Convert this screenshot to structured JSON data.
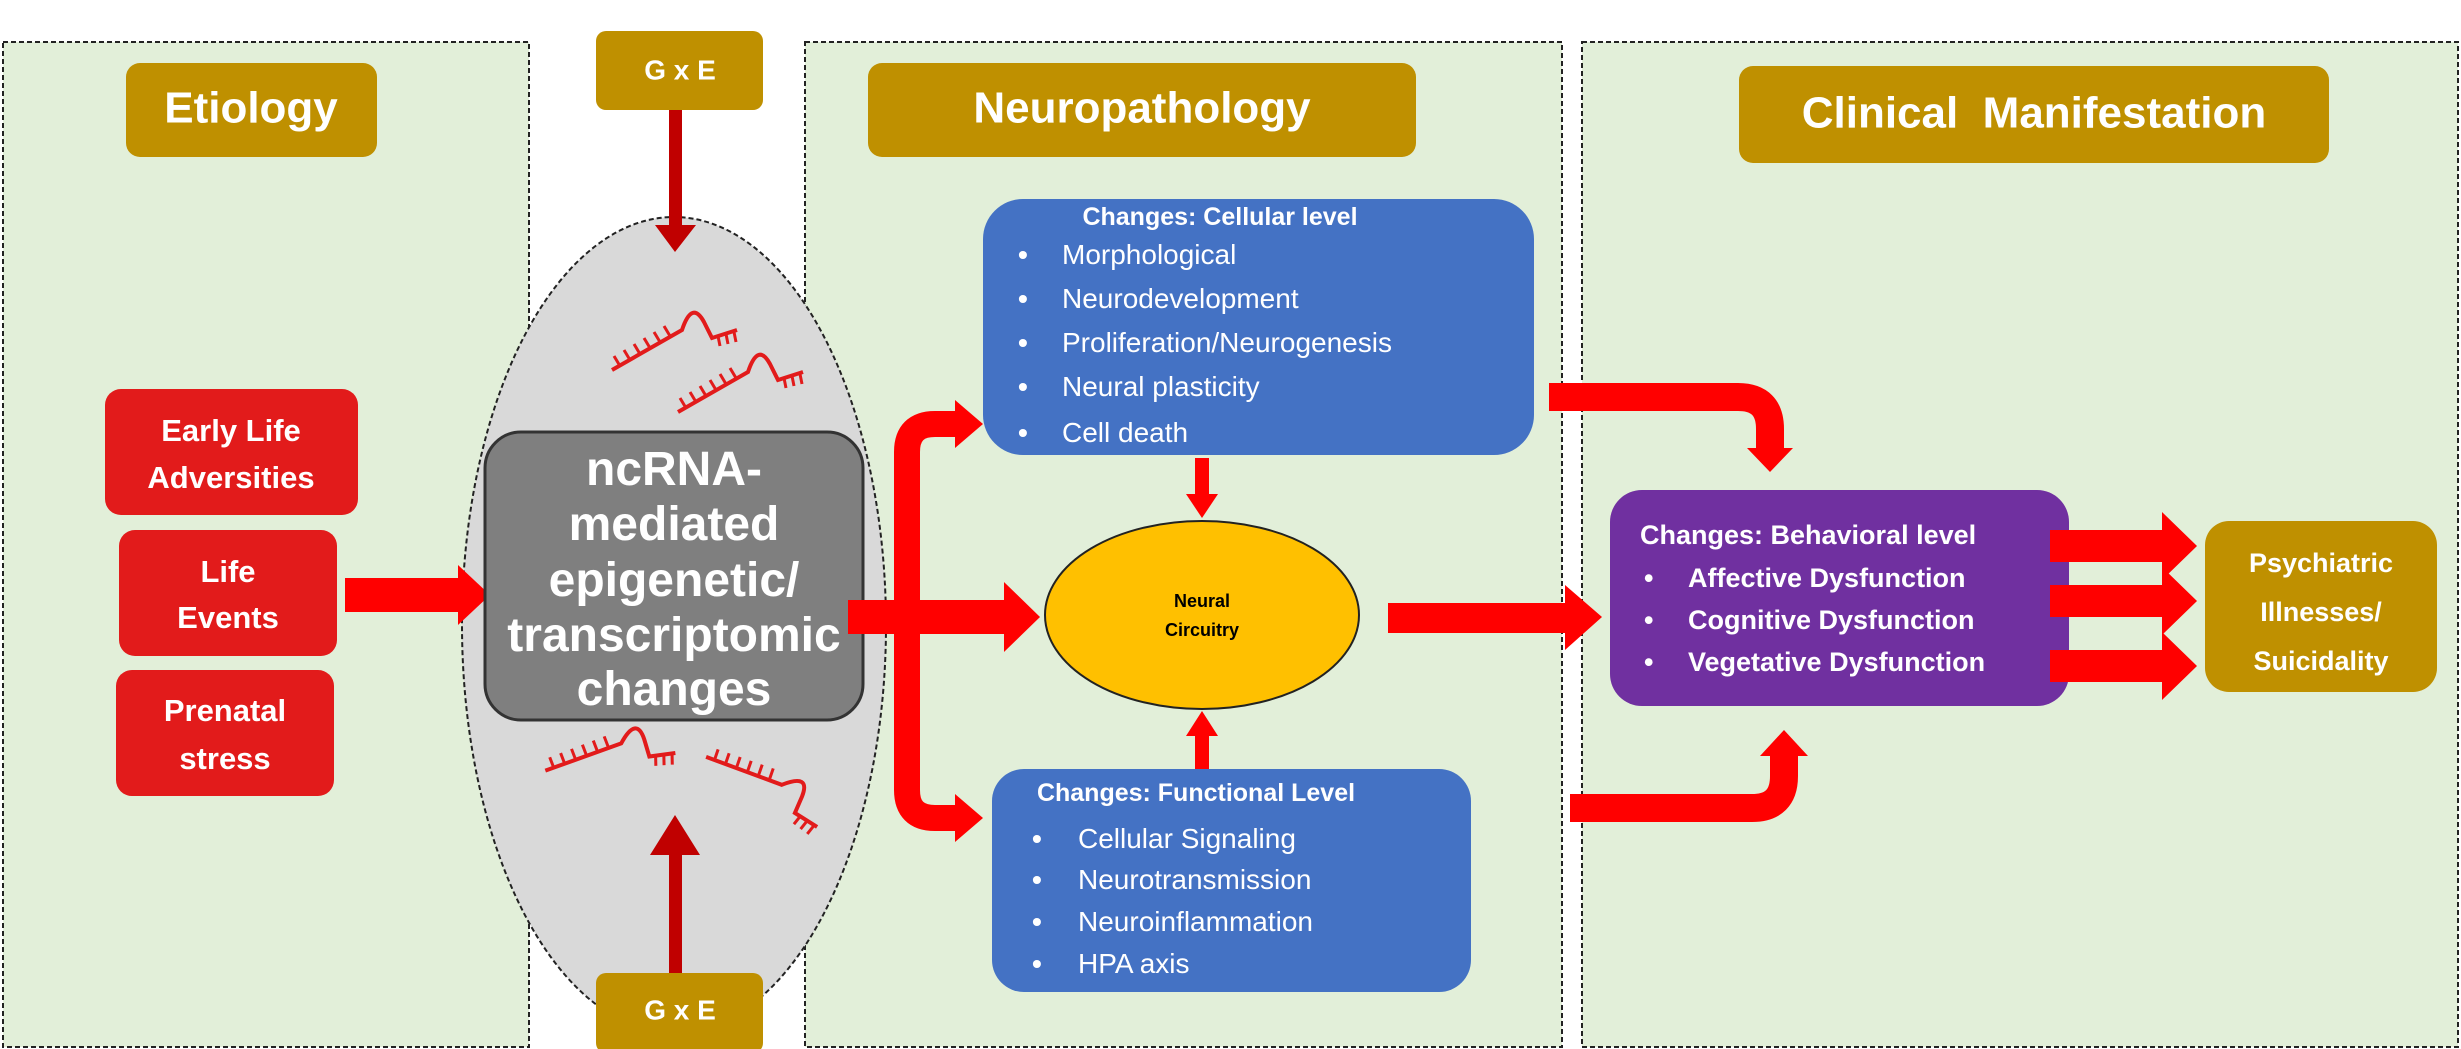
{
  "colors": {
    "panel_bg": "#e2efd9",
    "title_gold": "#bf9000",
    "etiology_red": "#e21b1b",
    "arrow_red": "#ff0000",
    "gxe_arrow": "#c00000",
    "blue": "#4472c4",
    "yellow": "#ffc000",
    "purple": "#7030a0",
    "gray": "#7f7f7f",
    "ellipse_gray": "#d9d9d9"
  },
  "panels": {
    "etiology": "Etiology",
    "neuropathology": "Neuropathology",
    "clinical": "Clinical  Manifestation"
  },
  "gxe": {
    "top": "G x E",
    "bottom": "G x E"
  },
  "etiology_factors": [
    {
      "line1": "Early Life",
      "line2": "Adversities"
    },
    {
      "line1": "Life",
      "line2": "Events"
    },
    {
      "line1": "Prenatal",
      "line2": "stress"
    }
  ],
  "ncrna_box": [
    "ncRNA-",
    "mediated",
    "epigenetic/",
    "transcriptomic",
    "changes"
  ],
  "cellular": {
    "heading": "Changes: Cellular level",
    "items": [
      "Morphological",
      "Neurodevelopment",
      "Proliferation/Neurogenesis",
      "Neural plasticity",
      "Cell death"
    ]
  },
  "functional": {
    "heading": "Changes: Functional Level",
    "items": [
      "Cellular Signaling",
      "Neurotransmission",
      "Neuroinflammation",
      "HPA axis"
    ]
  },
  "neural_circuitry": {
    "line1": "Neural",
    "line2": "Circuitry"
  },
  "behavioral": {
    "heading": "Changes: Behavioral level",
    "items": [
      "Affective Dysfunction",
      "Cognitive Dysfunction",
      "Vegetative Dysfunction"
    ]
  },
  "outcome": {
    "line1": "Psychiatric",
    "line2": "Illnesses/",
    "line3": "Suicidality"
  },
  "bullet": "•"
}
